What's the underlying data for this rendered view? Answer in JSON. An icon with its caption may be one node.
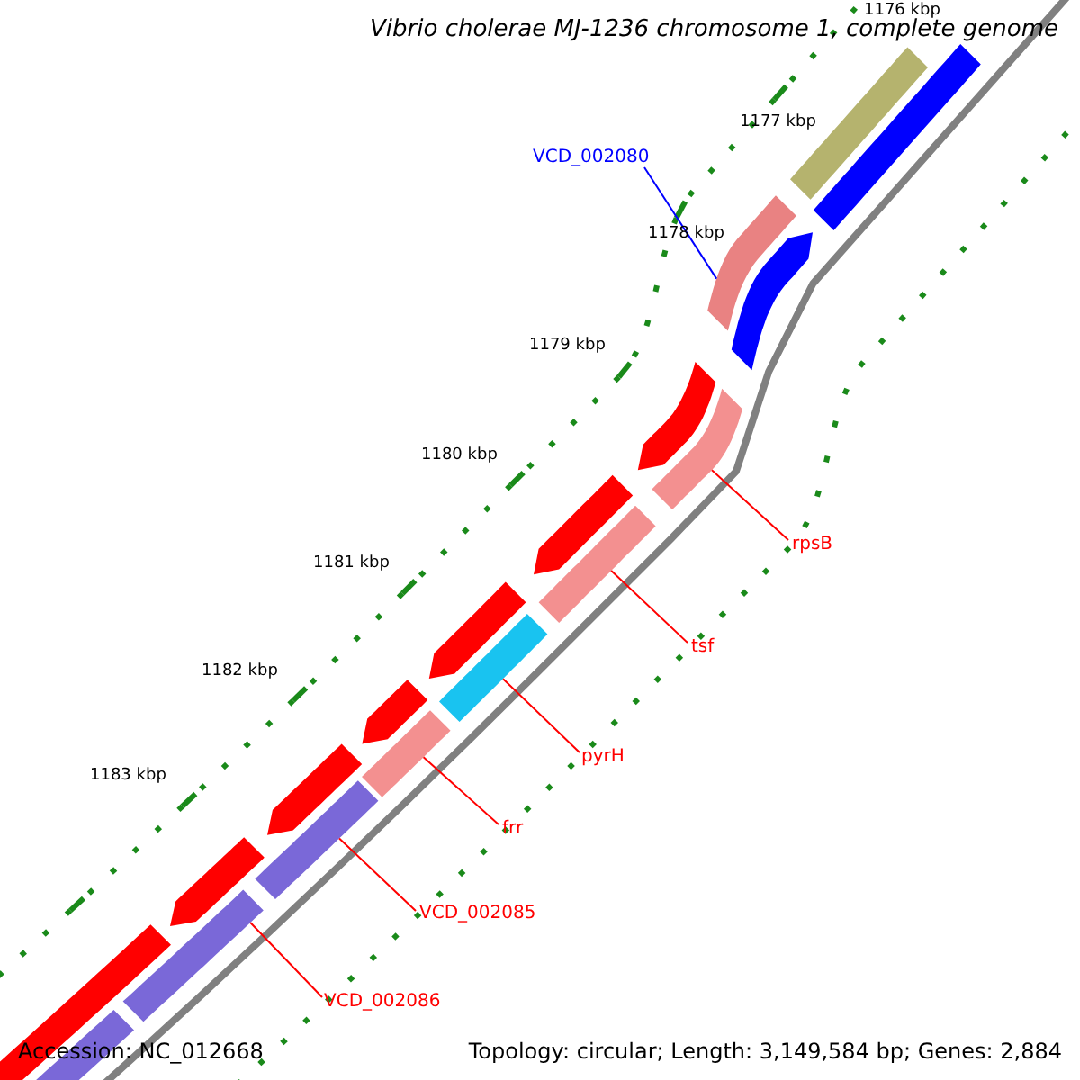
{
  "diagram": {
    "title": "Vibrio cholerae MJ-1236 chromosome 1, complete genome",
    "nodes": [
      {
        "text": [
          "VCD_002080"
        ]
      },
      {
        "text": [
          "rpsB"
        ]
      },
      {
        "text": [
          "tsf"
        ]
      },
      {
        "text": [
          "pyrH"
        ]
      },
      {
        "text": [
          "frr"
        ]
      },
      {
        "text": [
          "VCD_002085"
        ]
      },
      {
        "text": [
          "VCD_002086"
        ]
      },
      {
        "text": [],
        "shape": "bar"
      },
      {
        "text": [],
        "shape": "bar"
      },
      {
        "text": [],
        "shape": "bar"
      },
      {
        "text": [],
        "shape": "bar"
      },
      {
        "text": [],
        "shape": "bar"
      },
      {
        "text": [],
        "shape": "bar"
      },
      {
        "text": [],
        "shape": "bar"
      },
      {
        "text": [],
        "shape": "bar"
      },
      {
        "text": [],
        "shape": "bar"
      },
      {
        "text": [],
        "shape": "arrow"
      },
      {
        "text": [],
        "shape": "arrow"
      },
      {
        "text": [],
        "shape": "arrow"
      },
      {
        "text": [],
        "shape": "arrow"
      },
      {
        "text": [],
        "shape": "arrow"
      },
      {
        "text": [],
        "shape": "arrow"
      },
      {
        "text": [],
        "shape": "arrow"
      },
      {
        "text": [],
        "shape": "arrow"
      },
      {
        "text": [],
        "shape": "bar"
      }
    ],
    "edges": [
      {
        "from": 0,
        "to": 7,
        "arrow": "none",
        "color": "#0000ff"
      },
      {
        "from": 1,
        "to": 8,
        "arrow": "none"
      },
      {
        "from": 2,
        "to": 9,
        "arrow": "none"
      },
      {
        "from": 3,
        "to": 10,
        "arrow": "none"
      },
      {
        "from": 4,
        "to": 11,
        "arrow": "none"
      },
      {
        "from": 5,
        "to": 12,
        "arrow": "none"
      },
      {
        "from": 6,
        "to": 13,
        "arrow": "none"
      }
    ],
    "labels": [
      "1176 kbp",
      "1177 kbp",
      "1178 kbp",
      "1179 kbp",
      "1180 kbp",
      "1181 kbp",
      "1182 kbp",
      "1183 kbp",
      "Accession: NC_012668",
      "Topology: circular; Length: 3,149,584 bp; Genes: 2,884"
    ]
  }
}
